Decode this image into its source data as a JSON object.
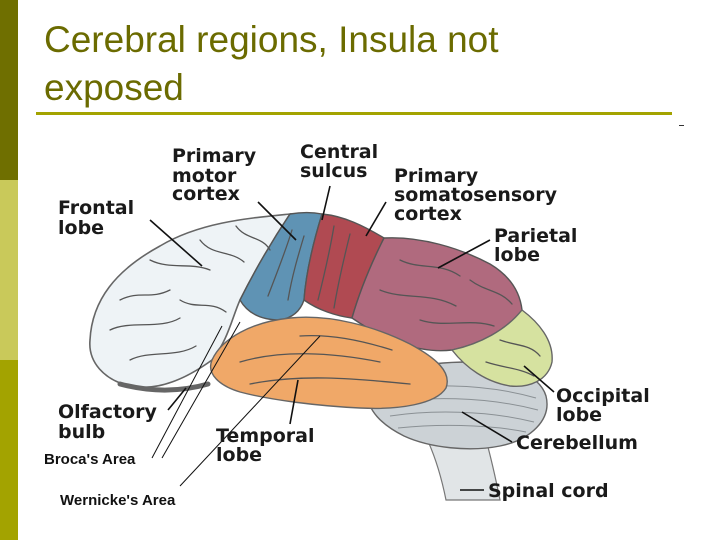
{
  "slide": {
    "title_line1": "Cerebral regions, Insula not",
    "title_line2": "exposed"
  },
  "colors": {
    "sidebar_dark": "#6f6f00",
    "sidebar_light": "#c9c95a",
    "sidebar_mid": "#a3a300",
    "title": "#6b6b00",
    "frontal_lobe": "#eef3f6",
    "primary_motor_cortex": "#5f93b4",
    "primary_somatosensory_cortex": "#b04a52",
    "parietal_lobe": "#b06a7e",
    "occipital_lobe": "#d6e2a0",
    "temporal_lobe": "#f0a868",
    "cerebellum": "#cfd5d8",
    "brainstem": "#dfe3e5"
  },
  "diagram": {
    "labels": {
      "primary_motor_1": "Primary",
      "primary_motor_2": "motor",
      "primary_motor_3": "cortex",
      "central_sulcus_1": "Central",
      "central_sulcus_2": "sulcus",
      "primary_somato_1": "Primary",
      "primary_somato_2": "somatosensory",
      "primary_somato_3": "cortex",
      "frontal_1": "Frontal",
      "frontal_2": "lobe",
      "parietal_1": "Parietal",
      "parietal_2": "lobe",
      "olfactory_1": "Olfactory",
      "olfactory_2": "bulb",
      "broca": "Broca's Area",
      "temporal_1": "Temporal",
      "temporal_2": "lobe",
      "occipital_1": "Occipital",
      "occipital_2": "lobe",
      "cerebellum": "Cerebellum",
      "wernicke": "Wernicke's Area",
      "spinal_cord": "Spinal cord"
    }
  }
}
